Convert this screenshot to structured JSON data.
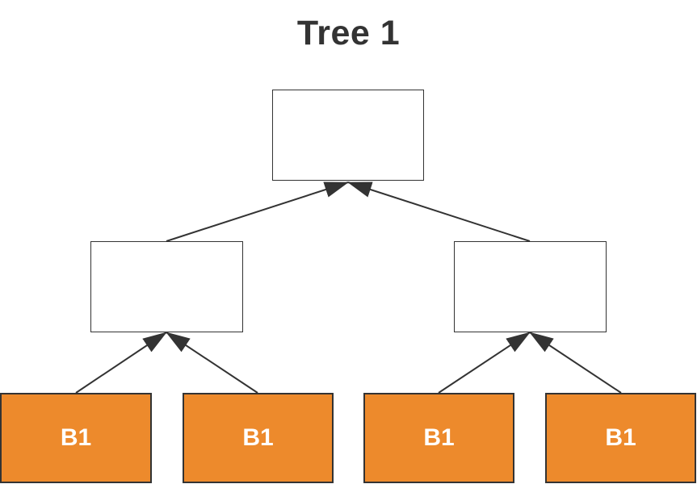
{
  "title": "Tree 1",
  "tree": {
    "root": {
      "label": ""
    },
    "branches": [
      {
        "label": ""
      },
      {
        "label": ""
      }
    ],
    "leaves": [
      {
        "label": "B1"
      },
      {
        "label": "B1"
      },
      {
        "label": "B1"
      },
      {
        "label": "B1"
      }
    ]
  },
  "edges": [
    {
      "from": "branch-left",
      "to": "root",
      "arrow": "to"
    },
    {
      "from": "branch-right",
      "to": "root",
      "arrow": "to"
    },
    {
      "from": "leaf-1",
      "to": "branch-left",
      "arrow": "to"
    },
    {
      "from": "leaf-2",
      "to": "branch-left",
      "arrow": "to"
    },
    {
      "from": "leaf-3",
      "to": "branch-right",
      "arrow": "to"
    },
    {
      "from": "leaf-4",
      "to": "branch-right",
      "arrow": "to"
    }
  ],
  "colors": {
    "leaf_fill": "#ED8A2C",
    "leaf_text": "#FFFFFF",
    "box_fill": "#FFFFFF",
    "border": "#333333",
    "edge": "#333333",
    "title_text": "#333333"
  }
}
